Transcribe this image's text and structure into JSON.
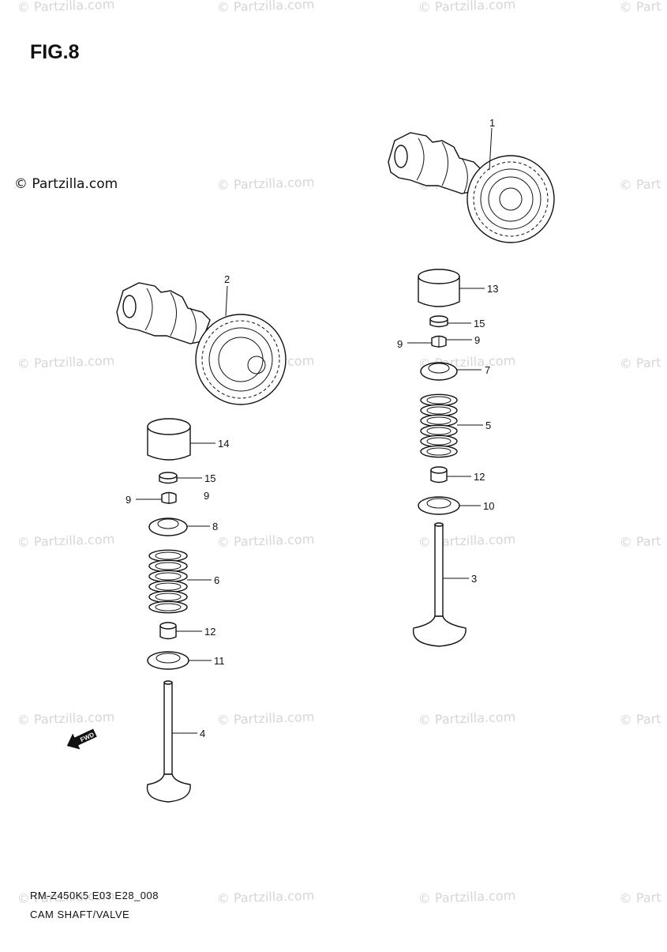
{
  "figure": {
    "title": "FIG.8",
    "copyright": "© Partzilla.com",
    "footer_code": "RM-Z450K5 E03 E28_008",
    "footer_name": "CAM SHAFT/VALVE"
  },
  "watermark_text": "© Partzilla.com",
  "watermark_text_cut": "© Part",
  "fwd_label": "FWD",
  "callouts": {
    "c1": "1",
    "c2": "2",
    "c3": "3",
    "c4": "4",
    "c5": "5",
    "c6": "6",
    "c7": "7",
    "c8": "8",
    "c9a": "9",
    "c9b": "9",
    "c9c": "9",
    "c9d": "9",
    "c10": "10",
    "c11": "11",
    "c12a": "12",
    "c12b": "12",
    "c13": "13",
    "c14": "14",
    "c15a": "15",
    "c15b": "15"
  },
  "colors": {
    "ink": "#111111",
    "watermark": "#d6d6d6",
    "background": "#ffffff"
  }
}
